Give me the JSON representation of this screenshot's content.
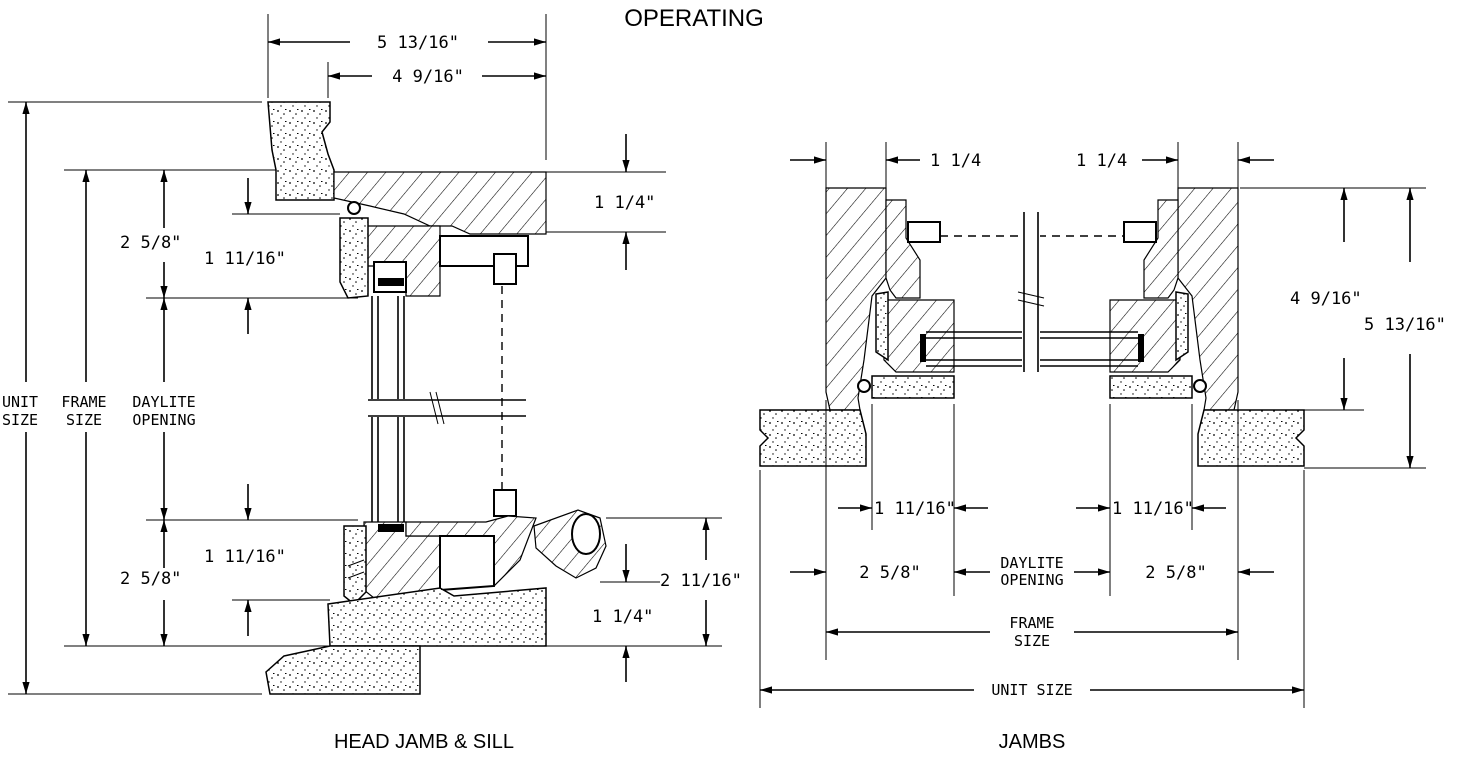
{
  "title": "OPERATING",
  "captions": {
    "head_sill": "HEAD JAMB & SILL",
    "jambs": "JAMBS"
  },
  "head_sill": {
    "top_overall": "5 13/16\"",
    "top_inner": "4 9/16\"",
    "head_right": "1 1/4\"",
    "head_left_outer": "2 5/8\"",
    "head_left_inner": "1 11/16\"",
    "label_unit": [
      "UNIT",
      "SIZE"
    ],
    "label_frame": [
      "FRAME",
      "SIZE"
    ],
    "label_daylite": [
      "DAYLITE",
      "OPENING"
    ],
    "sill_left_inner": "1 11/16\"",
    "sill_left_outer": "2 5/8\"",
    "sill_right_outer": "2 11/16\"",
    "sill_right_inner": "1 1/4\""
  },
  "jambs": {
    "top_left": "1 1/4",
    "top_right": "1 1/4",
    "right_inner": "4 9/16\"",
    "right_outer": "5 13/16\"",
    "bottom_left_inner": "1 11/16\"",
    "bottom_right_inner": "1 11/16\"",
    "bottom_left_outer": "2 5/8\"",
    "bottom_right_outer": "2 5/8\"",
    "daylite": [
      "DAYLITE",
      "OPENING"
    ],
    "frame": [
      "FRAME",
      "SIZE"
    ],
    "unit": "UNIT SIZE"
  }
}
